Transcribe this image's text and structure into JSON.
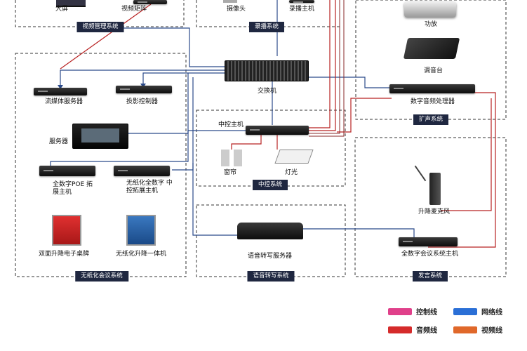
{
  "labels": {
    "screen": "大屏",
    "matrix": "视频矩阵",
    "camera": "摄像头",
    "recorder": "录播主机",
    "amp": "功放",
    "mixer": "调音台",
    "switch": "交换机",
    "streaming": "流媒体服务器",
    "projector_ctrl": "投影控制器",
    "dsp": "数字音频处理器",
    "server": "服务器",
    "central": "中控主机",
    "curtain": "窗帘",
    "light": "灯光",
    "poe": "全数字POE 拓展主机",
    "paperless_ext": "无纸化全数字 中控拓展主机",
    "mic": "升降麦克风",
    "nameplate": "双面升降电子桌牌",
    "lift_pc": "无纸化升降一体机",
    "speech_server": "语音转写服务器",
    "conf_host": "全数字会议系统主机"
  },
  "systems": {
    "video": "视频管理系统",
    "recording": "录播系统",
    "sound": "扩声系统",
    "control": "中控系统",
    "paperless": "无纸化会议系统",
    "speech": "语音转写系统",
    "speaking": "发言系统"
  },
  "legend": {
    "control": "控制线",
    "network": "网络线",
    "audio": "音频线",
    "video": "视频线"
  },
  "colors": {
    "control": "#e0408a",
    "network": "#2a6fd6",
    "audio": "#d52b2b",
    "video": "#e0682a",
    "line_blue": "#2b4a8a",
    "line_red": "#b82222",
    "line_brown": "#8a2a2a",
    "tag_bg": "#1f2740"
  }
}
